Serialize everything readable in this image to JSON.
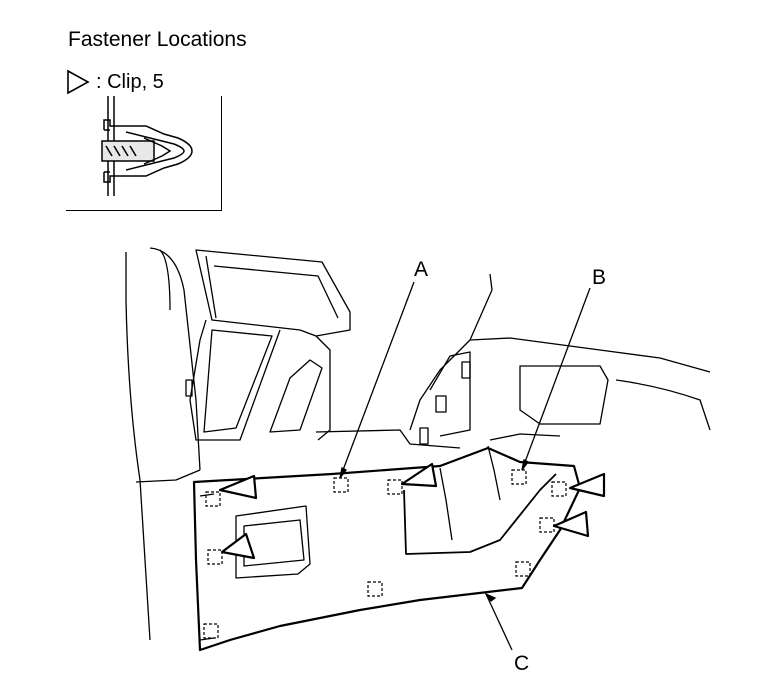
{
  "header": {
    "title": "Fastener Locations"
  },
  "legend": {
    "symbol_icon": "clip-triangle-icon",
    "label": ": Clip, 5"
  },
  "callouts": {
    "a": "A",
    "b": "B",
    "c": "C"
  }
}
